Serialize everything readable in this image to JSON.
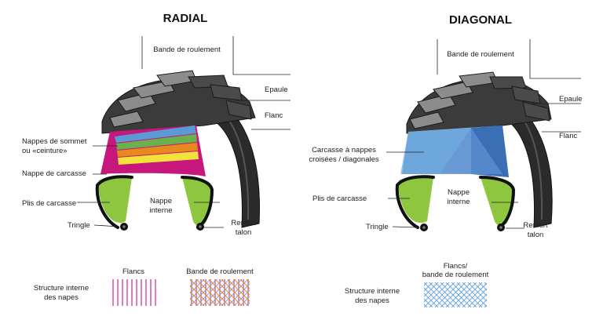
{
  "radial": {
    "title": "RADIAL",
    "labels": {
      "tread": "Bande de roulement",
      "shoulder": "Epaule",
      "sidewall": "Flanc",
      "belts_1": "Nappes de sommet",
      "belts_2": "ou «ceinture»",
      "carcass_ply": "Nappe de carcasse",
      "carcass_folds": "Plis de carcasse",
      "inner_1": "Nappe",
      "inner_2": "interne",
      "bead_wire": "Tringle",
      "bead_1": "Renfort",
      "bead_2": "talon"
    },
    "structure": {
      "title_1": "Structure interne",
      "title_2": "des napes",
      "sidewall_caption": "Flancs",
      "tread_caption": "Bande de roulement"
    }
  },
  "diagonal": {
    "title": "DIAGONAL",
    "labels": {
      "tread": "Bande de roulement",
      "shoulder": "Epaule",
      "sidewall": "Flanc",
      "cross_1": "Carcasse à nappes",
      "cross_2": "croisées / diagonales",
      "carcass_folds": "Plis de carcasse",
      "inner_1": "Nappe",
      "inner_2": "interne",
      "bead_wire": "Tringle",
      "bead_1": "Renfort",
      "bead_2": "talon"
    },
    "structure": {
      "title_1": "Structure interne",
      "title_2": "des napes",
      "caption_1": "Flancs/",
      "caption_2": "bande de roulement"
    }
  },
  "colors": {
    "belt_blue": "#5b9bd5",
    "belt_green": "#6ab04c",
    "belt_orange": "#e8891d",
    "belt_yellow": "#f3e23a",
    "carcass_magenta": "#c8177c",
    "inner_green": "#8ec63f",
    "cross_light": "#9dc3e6",
    "cross_dark": "#3a6fb6",
    "pattern_pink": "#d4359a",
    "pattern_blue": "#6ea7dc"
  }
}
